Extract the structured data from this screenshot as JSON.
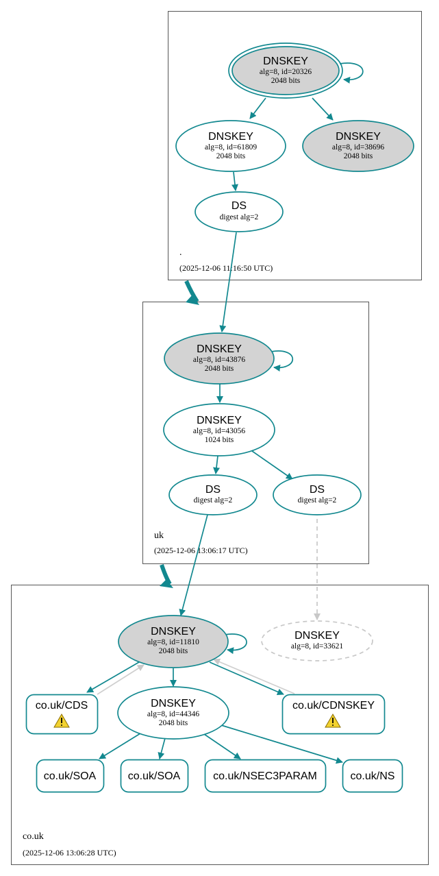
{
  "colors": {
    "edge": "#12888f",
    "node_stroke": "#12888f",
    "node_fill_gray": "#d3d3d3",
    "node_fill_white": "#ffffff",
    "dashed": "#c8c8c8",
    "zone_border": "#555555",
    "warning": "#f2d230"
  },
  "zones": [
    {
      "id": "root",
      "name": ".",
      "timestamp": "(2025-12-06 11:16:50 UTC)"
    },
    {
      "id": "uk",
      "name": "uk",
      "timestamp": "(2025-12-06 13:06:17 UTC)"
    },
    {
      "id": "couk",
      "name": "co.uk",
      "timestamp": "(2025-12-06 13:06:28 UTC)"
    }
  ],
  "nodes": [
    {
      "id": "root_ksk",
      "title": "DNSKEY",
      "line1": "alg=8, id=20326",
      "line2": "2048 bits"
    },
    {
      "id": "root_zsk",
      "title": "DNSKEY",
      "line1": "alg=8, id=61809",
      "line2": "2048 bits"
    },
    {
      "id": "root_k2",
      "title": "DNSKEY",
      "line1": "alg=8, id=38696",
      "line2": "2048 bits"
    },
    {
      "id": "root_ds",
      "title": "DS",
      "line1": "digest alg=2",
      "line2": ""
    },
    {
      "id": "uk_ksk",
      "title": "DNSKEY",
      "line1": "alg=8, id=43876",
      "line2": "2048 bits"
    },
    {
      "id": "uk_zsk",
      "title": "DNSKEY",
      "line1": "alg=8, id=43056",
      "line2": "1024 bits"
    },
    {
      "id": "uk_ds1",
      "title": "DS",
      "line1": "digest alg=2",
      "line2": ""
    },
    {
      "id": "uk_ds2",
      "title": "DS",
      "line1": "digest alg=2",
      "line2": ""
    },
    {
      "id": "co_ksk",
      "title": "DNSKEY",
      "line1": "alg=8, id=11810",
      "line2": "2048 bits"
    },
    {
      "id": "co_missing",
      "title": "DNSKEY",
      "line1": "alg=8, id=33621",
      "line2": ""
    },
    {
      "id": "co_zsk",
      "title": "DNSKEY",
      "line1": "alg=8, id=44346",
      "line2": "2048 bits"
    },
    {
      "id": "co_cds",
      "title": "co.uk/CDS",
      "line1": "",
      "line2": ""
    },
    {
      "id": "co_cdnskey",
      "title": "co.uk/CDNSKEY",
      "line1": "",
      "line2": ""
    },
    {
      "id": "co_soa1",
      "title": "co.uk/SOA",
      "line1": "",
      "line2": ""
    },
    {
      "id": "co_soa2",
      "title": "co.uk/SOA",
      "line1": "",
      "line2": ""
    },
    {
      "id": "co_nsec3param",
      "title": "co.uk/NSEC3PARAM",
      "line1": "",
      "line2": ""
    },
    {
      "id": "co_ns",
      "title": "co.uk/NS",
      "line1": "",
      "line2": ""
    }
  ]
}
